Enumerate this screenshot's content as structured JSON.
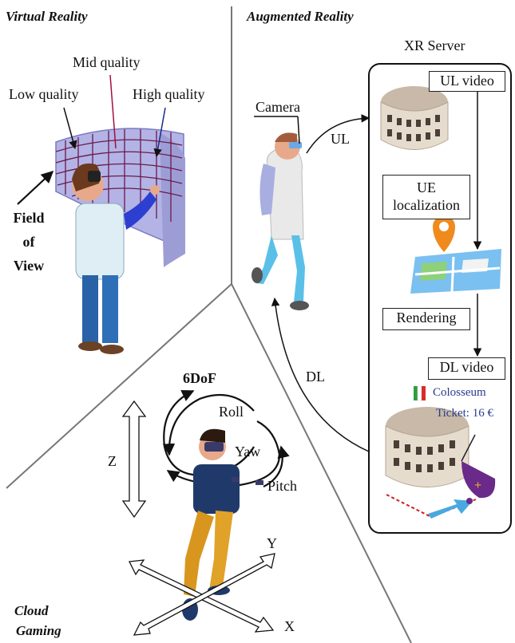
{
  "vr": {
    "title": "Virtual Reality",
    "mid_quality": "Mid quality",
    "low_quality": "Low quality",
    "high_quality": "High quality",
    "fov_line1": "Field",
    "fov_line2": "of",
    "fov_line3": "View"
  },
  "ar": {
    "title": "Augmented Reality",
    "server_label": "XR Server",
    "camera_label": "Camera",
    "ul_label": "UL",
    "dl_label": "DL",
    "ul_video": "UL video",
    "ue_localization_line1": "UE",
    "ue_localization_line2": "localization",
    "rendering": "Rendering",
    "dl_video": "DL video",
    "poi_name": "Colosseum",
    "ticket": "Ticket: 16 €"
  },
  "cg": {
    "title_line1": "Cloud",
    "title_line2": "Gaming",
    "dof_label": "6DoF",
    "roll": "Roll",
    "yaw": "Yaw",
    "pitch": "Pitch",
    "z_axis": "Z",
    "y_axis": "Y",
    "x_axis": "X"
  },
  "colors": {
    "mid_quality_line": "#a01040",
    "high_quality_line": "#1a2a8a",
    "vr_screen": "#b3b3e6",
    "vr_grid": "#6a1a4a",
    "map_pin": "#f08a1c",
    "poi_pin": "#6a2a8a",
    "ar_route": "#d02020"
  }
}
